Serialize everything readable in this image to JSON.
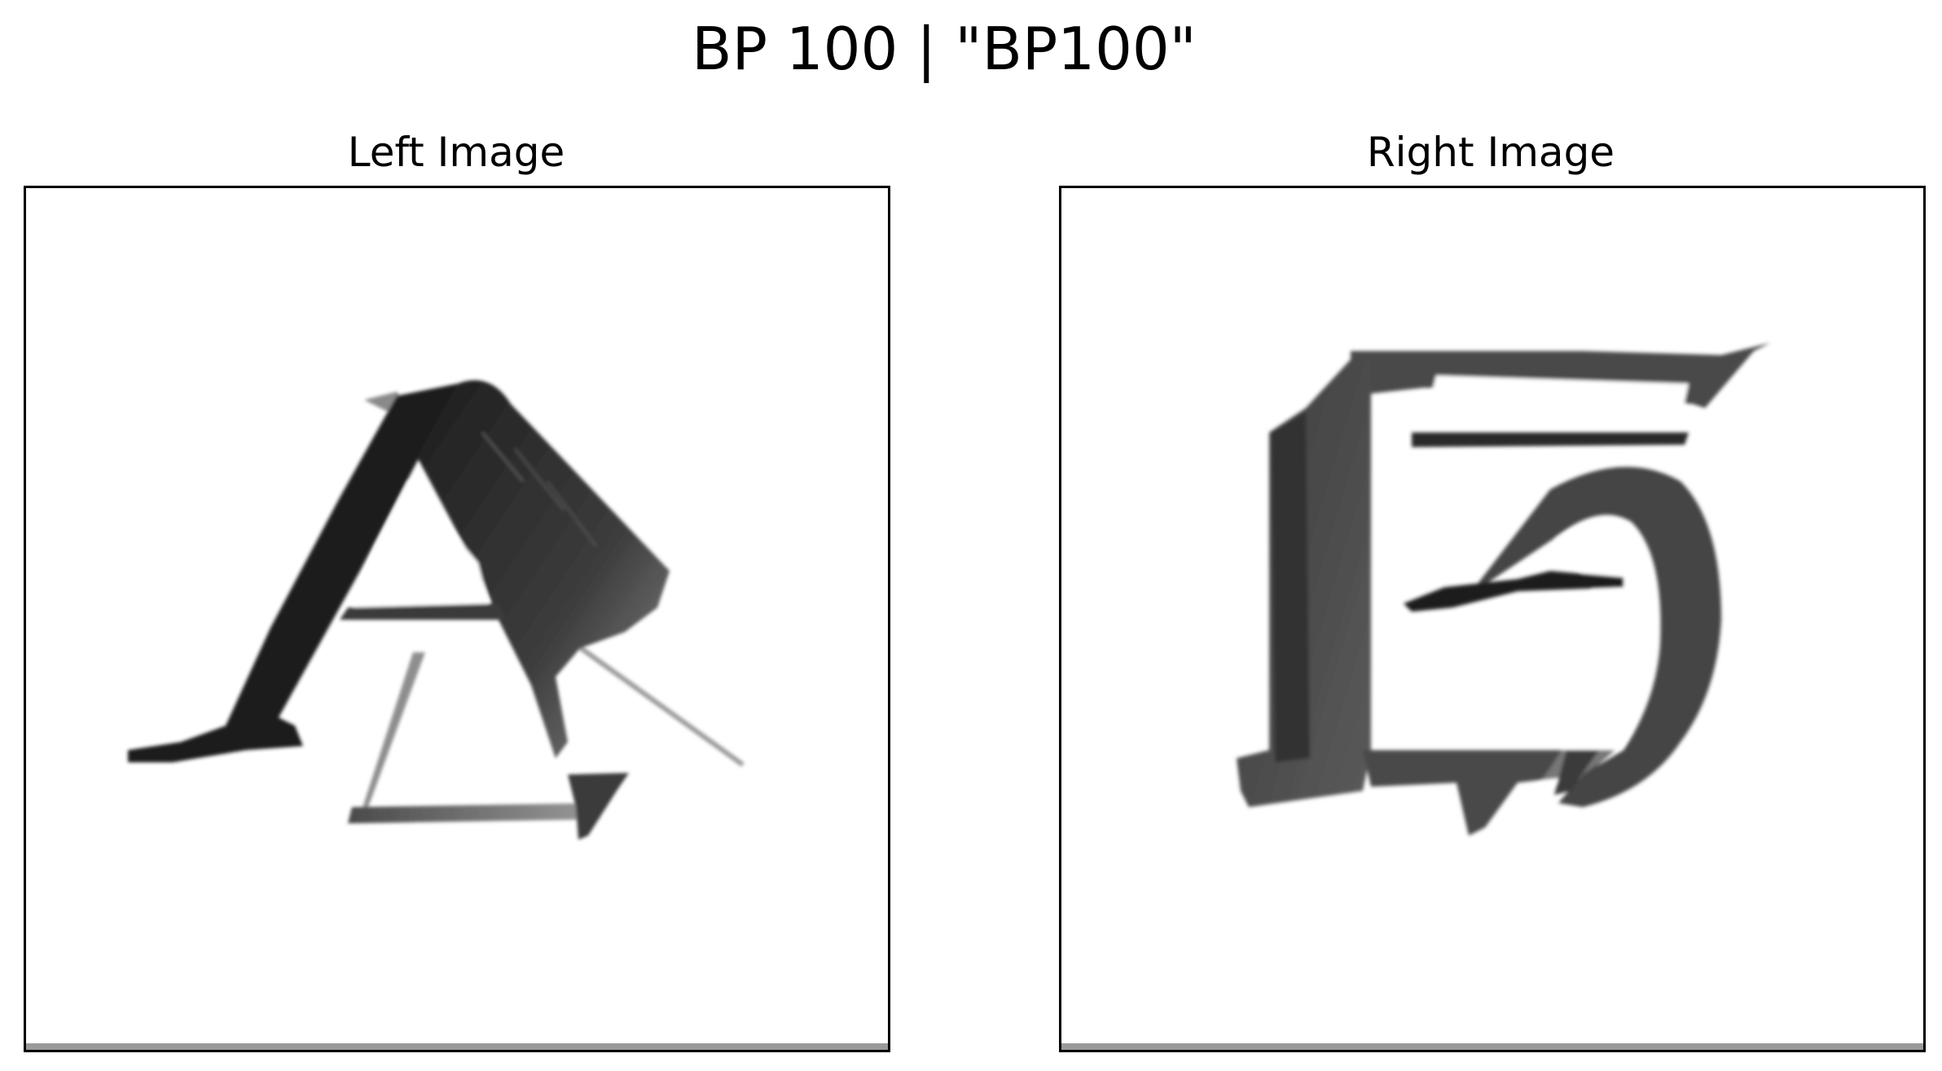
{
  "figure": {
    "title": "BP 100 | \"BP100\""
  },
  "panels": {
    "left": {
      "title": "Left Image",
      "glyph": "letter-a-icon"
    },
    "right": {
      "title": "Right Image",
      "glyph": "letter-g-icon"
    }
  }
}
